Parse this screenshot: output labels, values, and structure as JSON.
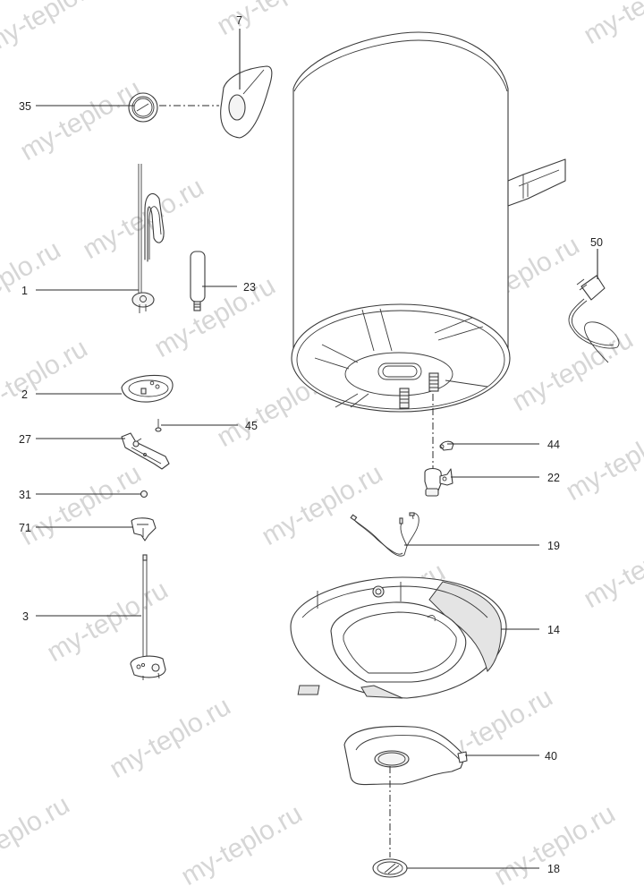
{
  "diagram": {
    "type": "exploded-parts-diagram",
    "subject": "electric water heater",
    "watermark": "my-teplo.ru",
    "callouts": [
      {
        "id": "c35",
        "label": "35",
        "part": "gasket ring"
      },
      {
        "id": "c7",
        "label": "7",
        "part": "top cap"
      },
      {
        "id": "c1",
        "label": "1",
        "part": "heating element"
      },
      {
        "id": "c23",
        "label": "23",
        "part": "magnesium anode"
      },
      {
        "id": "c50",
        "label": "50",
        "part": "power cord with plug"
      },
      {
        "id": "c2",
        "label": "2",
        "part": "flange gasket"
      },
      {
        "id": "c45",
        "label": "45",
        "part": "screw"
      },
      {
        "id": "c27",
        "label": "27",
        "part": "bracket"
      },
      {
        "id": "c44",
        "label": "44",
        "part": "clip"
      },
      {
        "id": "c22",
        "label": "22",
        "part": "safety valve"
      },
      {
        "id": "c31",
        "label": "31",
        "part": "nut"
      },
      {
        "id": "c71",
        "label": "71",
        "part": "thermostat holder"
      },
      {
        "id": "c19",
        "label": "19",
        "part": "wiring"
      },
      {
        "id": "c3",
        "label": "3",
        "part": "thermostat"
      },
      {
        "id": "c14",
        "label": "14",
        "part": "bottom cover"
      },
      {
        "id": "c40",
        "label": "40",
        "part": "control panel"
      },
      {
        "id": "c18",
        "label": "18",
        "part": "knob"
      }
    ]
  }
}
